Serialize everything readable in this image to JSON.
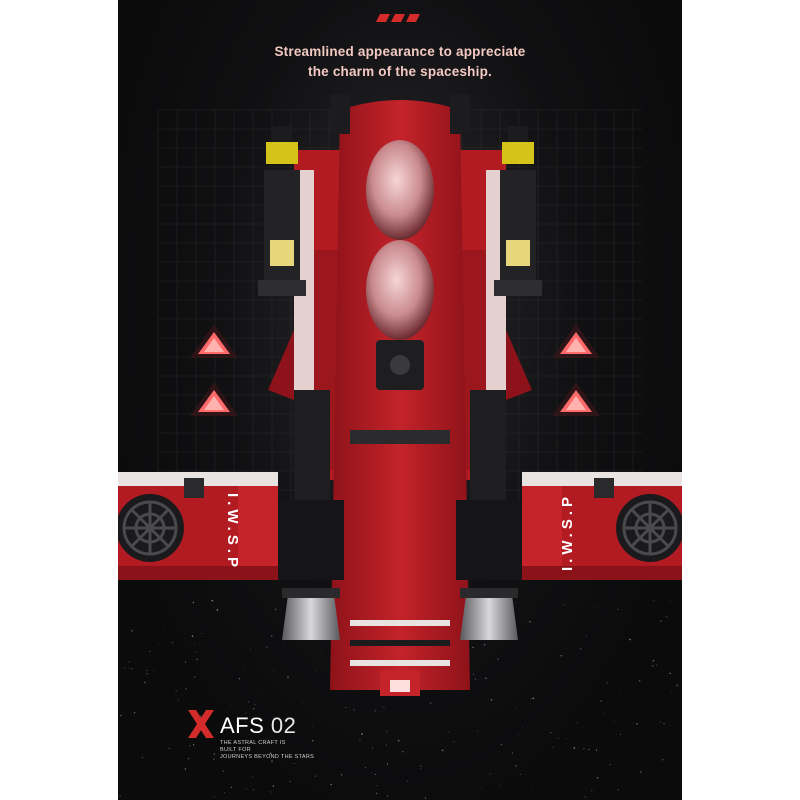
{
  "header": {
    "stripes_icon": "triple-slash-icon",
    "accent_color": "#d42b2b"
  },
  "headline": {
    "line1": "Streamlined appearance to appreciate",
    "line2": "the charm of the spaceship."
  },
  "ship": {
    "wing_label_left": "I.W.S.P",
    "wing_label_right": "I.W.S.P",
    "hull_color": "#b31b22",
    "trim_color": "#e9e4e2"
  },
  "brand": {
    "logo_icon": "x-logo-icon",
    "name": "AFS",
    "number": "02",
    "tagline": [
      "THE ASTRAL CRAFT IS",
      "BUILT FOR",
      "JOURNEYS BEYOND THE STARS"
    ]
  },
  "decor": {
    "left_arrows_icon": "chevron-up-icon",
    "right_arrows_icon": "chevron-up-icon"
  }
}
